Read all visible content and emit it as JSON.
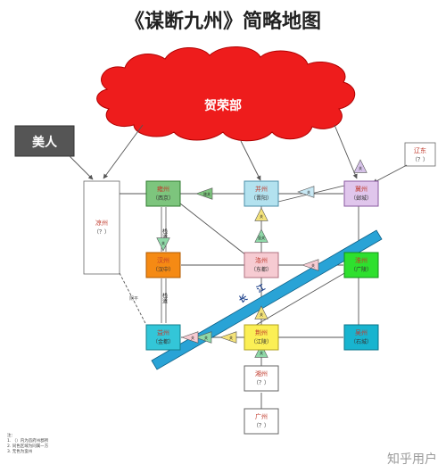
{
  "title": "《谋断九州》简略地图",
  "colors": {
    "cloud": "#ee1c1c",
    "cloud_stroke": "#b00000",
    "river": "#29a3d6",
    "river_stroke": "#0e5f86",
    "line": "#555555"
  },
  "cloud_label": "贺荣部",
  "meiren_label": "美人",
  "river_label": "长江",
  "liangzhou": {
    "name": "凉州",
    "owner": "（？）"
  },
  "liaodong": {
    "name": "辽东",
    "owner": "（？）"
  },
  "nodes": [
    {
      "id": "yongzhou",
      "name": "雍州",
      "owner": "（西京）",
      "fill": "#7dc57d",
      "stroke": "#2f7a2f"
    },
    {
      "id": "bingzhou",
      "name": "并州",
      "owner": "（晋阳）",
      "fill": "#b3e2ef",
      "stroke": "#4b8fa8"
    },
    {
      "id": "jizhou",
      "name": "冀州",
      "owner": "（邺城）",
      "fill": "#e0c6ec",
      "stroke": "#8a5aa0"
    },
    {
      "id": "hanzhou",
      "name": "汉州",
      "owner": "（汉中）",
      "fill": "#f58a14",
      "stroke": "#b05a00"
    },
    {
      "id": "luozhou",
      "name": "洛州",
      "owner": "（东都）",
      "fill": "#f6cbd2",
      "stroke": "#b07080"
    },
    {
      "id": "huaizhou",
      "name": "淮州",
      "owner": "（广陵）",
      "fill": "#2ee02e",
      "stroke": "#12901a"
    },
    {
      "id": "yizhou",
      "name": "益州",
      "owner": "（金都）",
      "fill": "#33c6d8",
      "stroke": "#137f8d"
    },
    {
      "id": "jingzhou",
      "name": "荆州",
      "owner": "（江陵）",
      "fill": "#fbef55",
      "stroke": "#b0a020"
    },
    {
      "id": "wuzhou",
      "name": "吴州",
      "owner": "（石城）",
      "fill": "#18b4cf",
      "stroke": "#0a7488"
    },
    {
      "id": "xiangzhou",
      "name": "湘州",
      "owner": "（？）",
      "fill": "#ffffff",
      "stroke": "#666666"
    },
    {
      "id": "guangzhou",
      "name": "广州",
      "owner": "（？）",
      "fill": "#ffffff",
      "stroke": "#666666"
    }
  ],
  "passes": [
    {
      "id": "pass-1",
      "label": "陇关",
      "fill": "#7dc57d"
    },
    {
      "id": "pass-2",
      "label": "壶关",
      "fill": "#8fd8a8"
    },
    {
      "id": "pass-3",
      "label": "关",
      "fill": "#c8e8f4"
    },
    {
      "id": "pass-4",
      "label": "关",
      "fill": "#d6c2e8"
    },
    {
      "id": "pass-5",
      "label": "关",
      "fill": "#f3e27a"
    },
    {
      "id": "pass-6",
      "label": "关",
      "fill": "#8fd8a8"
    },
    {
      "id": "pass-7",
      "label": "关",
      "fill": "#f6cbd2"
    },
    {
      "id": "pass-8",
      "label": "关",
      "fill": "#8fd8a8"
    },
    {
      "id": "pass-9",
      "label": "关",
      "fill": "#f3e27a"
    },
    {
      "id": "pass-10",
      "label": "关",
      "fill": "#8fd8a8"
    },
    {
      "id": "pass-11",
      "label": "关",
      "fill": "#f3e27a"
    },
    {
      "id": "pass-12",
      "label": "关",
      "fill": "#f6cbd2"
    }
  ],
  "road_labels": {
    "plank_top": "栈道",
    "plank_bottom": "栈道",
    "road_left": "阴平"
  },
  "notes": [
    "注：",
    "1. （）内为首府州郡所",
    "2. 同色区域为同属一方",
    "3. 无色为蛮州"
  ],
  "watermark": "知乎用户"
}
